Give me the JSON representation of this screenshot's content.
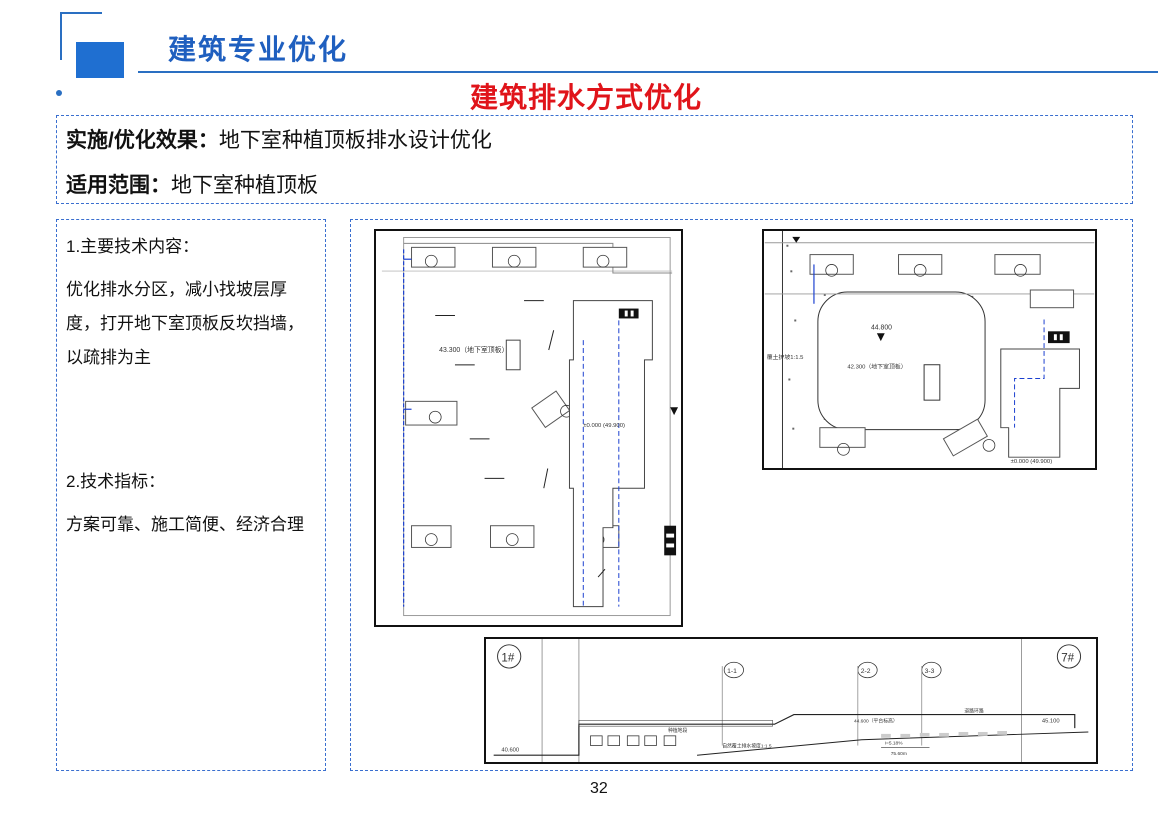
{
  "header": {
    "section_title": "建筑专业优化",
    "page_heading": "建筑排水方式优化"
  },
  "summary": {
    "effect_label": "实施/优化效果：",
    "effect_text": "地下室种植顶板排水设计优化",
    "scope_label": "适用范围：",
    "scope_text": "地下室种植顶板"
  },
  "left_panel": {
    "tech_title": "1.主要技术内容：",
    "tech_text": "优化排水分区，减小找坡层厚度，打开地下室顶板反坎挡墙，以疏排为主",
    "index_title": "2.技术指标：",
    "index_text": "方案可靠、施工简便、经济合理"
  },
  "drawings": {
    "plan1_labels": [
      "43.300（地下室顶板）",
      "±0.000 (49.900)"
    ],
    "plan2_labels": [
      "44.800",
      "42.300（地下室顶板）",
      "覆土护坡1:1.5",
      "±0.000 (49.900)"
    ],
    "section_labels": [
      "1#",
      "7#",
      "1-1",
      "2-2",
      "3-3",
      "40.600",
      "45.100",
      "44.600（平台标高）",
      "道路环路",
      "种植地段",
      "i=5.18%",
      "75.60m",
      "自然覆土排水坡度1:1.5"
    ]
  },
  "page_number": "32"
}
